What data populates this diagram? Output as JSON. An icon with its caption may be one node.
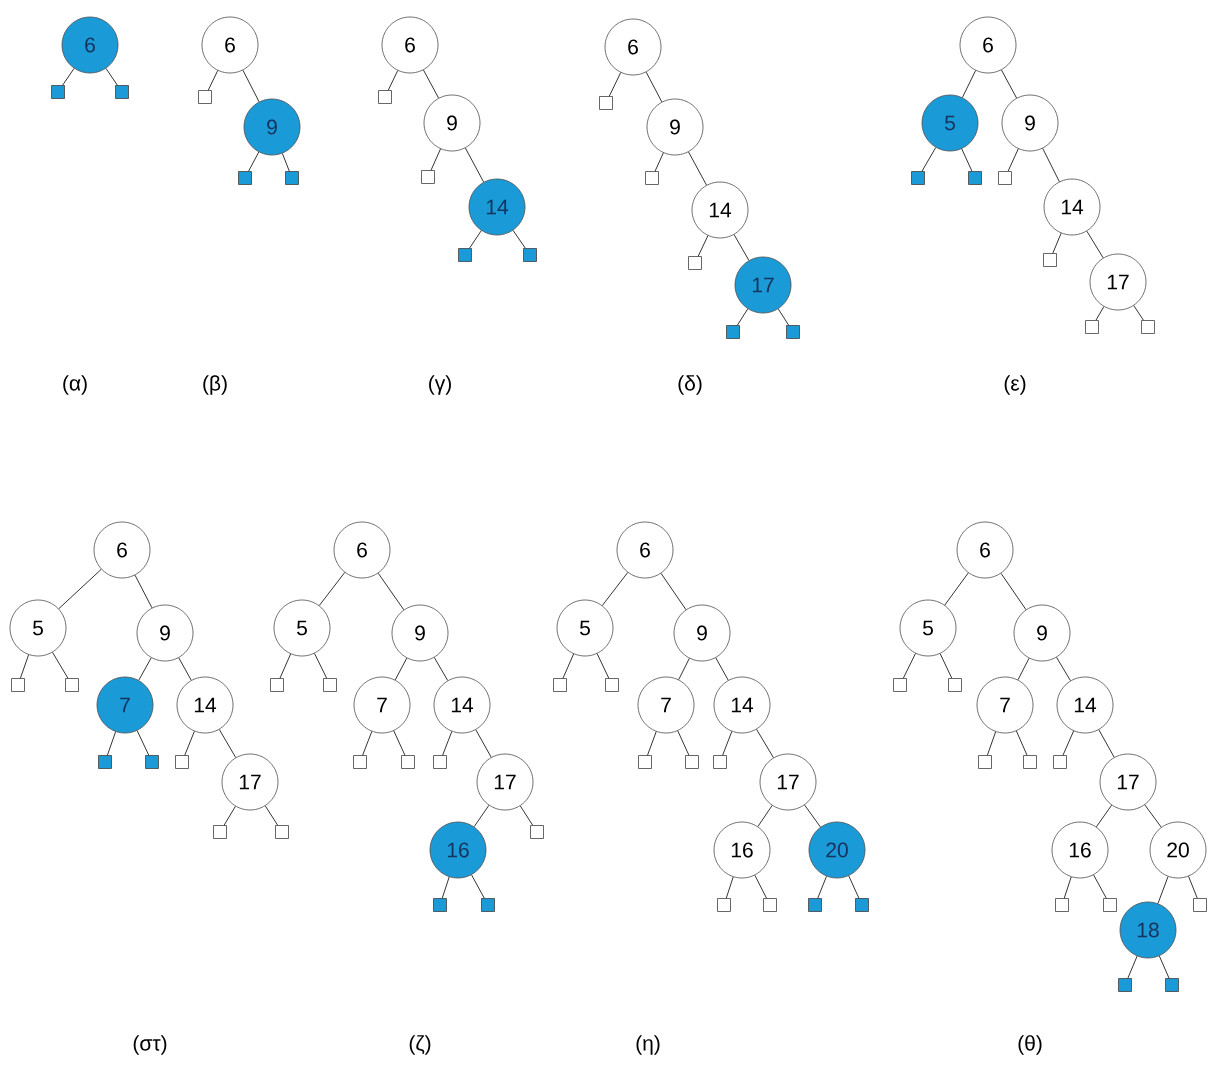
{
  "diagram": {
    "nodes": [
      {
        "text": [
          "6"
        ]
      },
      {
        "text": [],
        "shape": "box"
      },
      {
        "text": [],
        "shape": "box"
      },
      {
        "text": [
          "6"
        ]
      },
      {
        "text": [],
        "shape": "box"
      },
      {
        "text": [
          "9"
        ]
      },
      {
        "text": [],
        "shape": "box"
      },
      {
        "text": [],
        "shape": "box"
      },
      {
        "text": [
          "6"
        ]
      },
      {
        "text": [],
        "shape": "box"
      },
      {
        "text": [
          "9"
        ]
      },
      {
        "text": [],
        "shape": "box"
      },
      {
        "text": [
          "14"
        ]
      },
      {
        "text": [],
        "shape": "box"
      },
      {
        "text": [],
        "shape": "box"
      },
      {
        "text": [
          "6"
        ]
      },
      {
        "text": [],
        "shape": "box"
      },
      {
        "text": [
          "9"
        ]
      },
      {
        "text": [],
        "shape": "box"
      },
      {
        "text": [
          "14"
        ]
      },
      {
        "text": [],
        "shape": "box"
      },
      {
        "text": [
          "17"
        ]
      },
      {
        "text": [],
        "shape": "box"
      },
      {
        "text": [],
        "shape": "box"
      },
      {
        "text": [
          "6"
        ]
      },
      {
        "text": [
          "5"
        ]
      },
      {
        "text": [],
        "shape": "box"
      },
      {
        "text": [],
        "shape": "box"
      },
      {
        "text": [
          "9"
        ]
      },
      {
        "text": [],
        "shape": "box"
      },
      {
        "text": [
          "14"
        ]
      },
      {
        "text": [],
        "shape": "box"
      },
      {
        "text": [
          "17"
        ]
      },
      {
        "text": [],
        "shape": "box"
      },
      {
        "text": [],
        "shape": "box"
      },
      {
        "text": [
          "6"
        ]
      },
      {
        "text": [
          "5"
        ]
      },
      {
        "text": [],
        "shape": "box"
      },
      {
        "text": [],
        "shape": "box"
      },
      {
        "text": [
          "9"
        ]
      },
      {
        "text": [
          "7"
        ]
      },
      {
        "text": [],
        "shape": "box"
      },
      {
        "text": [],
        "shape": "box"
      },
      {
        "text": [
          "14"
        ]
      },
      {
        "text": [],
        "shape": "box"
      },
      {
        "text": [
          "17"
        ]
      },
      {
        "text": [],
        "shape": "box"
      },
      {
        "text": [],
        "shape": "box"
      },
      {
        "text": [
          "6"
        ]
      },
      {
        "text": [
          "5"
        ]
      },
      {
        "text": [],
        "shape": "box"
      },
      {
        "text": [],
        "shape": "box"
      },
      {
        "text": [
          "9"
        ]
      },
      {
        "text": [
          "7"
        ]
      },
      {
        "text": [],
        "shape": "box"
      },
      {
        "text": [],
        "shape": "box"
      },
      {
        "text": [
          "14"
        ]
      },
      {
        "text": [],
        "shape": "box"
      },
      {
        "text": [
          "17"
        ]
      },
      {
        "text": [
          "16"
        ]
      },
      {
        "text": [],
        "shape": "box"
      },
      {
        "text": [],
        "shape": "box"
      },
      {
        "text": [],
        "shape": "box"
      },
      {
        "text": [
          "6"
        ]
      },
      {
        "text": [
          "5"
        ]
      },
      {
        "text": [],
        "shape": "box"
      },
      {
        "text": [],
        "shape": "box"
      },
      {
        "text": [
          "9"
        ]
      },
      {
        "text": [
          "7"
        ]
      },
      {
        "text": [],
        "shape": "box"
      },
      {
        "text": [],
        "shape": "box"
      },
      {
        "text": [
          "14"
        ]
      },
      {
        "text": [],
        "shape": "box"
      },
      {
        "text": [
          "17"
        ]
      },
      {
        "text": [
          "16"
        ]
      },
      {
        "text": [],
        "shape": "box"
      },
      {
        "text": [],
        "shape": "box"
      },
      {
        "text": [
          "20"
        ]
      },
      {
        "text": [],
        "shape": "box"
      },
      {
        "text": [],
        "shape": "box"
      },
      {
        "text": [
          "6"
        ]
      },
      {
        "text": [
          "5"
        ]
      },
      {
        "text": [],
        "shape": "box"
      },
      {
        "text": [],
        "shape": "box"
      },
      {
        "text": [
          "9"
        ]
      },
      {
        "text": [
          "7"
        ]
      },
      {
        "text": [],
        "shape": "box"
      },
      {
        "text": [],
        "shape": "box"
      },
      {
        "text": [
          "14"
        ]
      },
      {
        "text": [],
        "shape": "box"
      },
      {
        "text": [
          "17"
        ]
      },
      {
        "text": [
          "16"
        ]
      },
      {
        "text": [],
        "shape": "box"
      },
      {
        "text": [],
        "shape": "box"
      },
      {
        "text": [
          "20"
        ]
      },
      {
        "text": [
          "18"
        ]
      },
      {
        "text": [],
        "shape": "box"
      },
      {
        "text": [],
        "shape": "box"
      },
      {
        "text": [],
        "shape": "box"
      }
    ],
    "edges": [
      {
        "from": 0,
        "to": 1,
        "arrow": "none"
      },
      {
        "from": 0,
        "to": 2,
        "arrow": "none"
      },
      {
        "from": 3,
        "to": 4,
        "arrow": "none"
      },
      {
        "from": 3,
        "to": 5,
        "arrow": "none"
      },
      {
        "from": 5,
        "to": 6,
        "arrow": "none"
      },
      {
        "from": 5,
        "to": 7,
        "arrow": "none"
      },
      {
        "from": 8,
        "to": 9,
        "arrow": "none"
      },
      {
        "from": 8,
        "to": 10,
        "arrow": "none"
      },
      {
        "from": 10,
        "to": 11,
        "arrow": "none"
      },
      {
        "from": 10,
        "to": 12,
        "arrow": "none"
      },
      {
        "from": 12,
        "to": 13,
        "arrow": "none"
      },
      {
        "from": 12,
        "to": 14,
        "arrow": "none"
      },
      {
        "from": 15,
        "to": 16,
        "arrow": "none"
      },
      {
        "from": 15,
        "to": 17,
        "arrow": "none"
      },
      {
        "from": 17,
        "to": 18,
        "arrow": "none"
      },
      {
        "from": 17,
        "to": 19,
        "arrow": "none"
      },
      {
        "from": 19,
        "to": 20,
        "arrow": "none"
      },
      {
        "from": 19,
        "to": 21,
        "arrow": "none"
      },
      {
        "from": 21,
        "to": 22,
        "arrow": "none"
      },
      {
        "from": 21,
        "to": 23,
        "arrow": "none"
      },
      {
        "from": 24,
        "to": 25,
        "arrow": "none"
      },
      {
        "from": 25,
        "to": 26,
        "arrow": "none"
      },
      {
        "from": 25,
        "to": 27,
        "arrow": "none"
      },
      {
        "from": 24,
        "to": 28,
        "arrow": "none"
      },
      {
        "from": 28,
        "to": 29,
        "arrow": "none"
      },
      {
        "from": 28,
        "to": 30,
        "arrow": "none"
      },
      {
        "from": 30,
        "to": 31,
        "arrow": "none"
      },
      {
        "from": 30,
        "to": 32,
        "arrow": "none"
      },
      {
        "from": 32,
        "to": 33,
        "arrow": "none"
      },
      {
        "from": 32,
        "to": 34,
        "arrow": "none"
      },
      {
        "from": 35,
        "to": 36,
        "arrow": "none"
      },
      {
        "from": 36,
        "to": 37,
        "arrow": "none"
      },
      {
        "from": 36,
        "to": 38,
        "arrow": "none"
      },
      {
        "from": 35,
        "to": 39,
        "arrow": "none"
      },
      {
        "from": 39,
        "to": 40,
        "arrow": "none"
      },
      {
        "from": 40,
        "to": 41,
        "arrow": "none"
      },
      {
        "from": 40,
        "to": 42,
        "arrow": "none"
      },
      {
        "from": 39,
        "to": 43,
        "arrow": "none"
      },
      {
        "from": 43,
        "to": 44,
        "arrow": "none"
      },
      {
        "from": 43,
        "to": 45,
        "arrow": "none"
      },
      {
        "from": 45,
        "to": 46,
        "arrow": "none"
      },
      {
        "from": 45,
        "to": 47,
        "arrow": "none"
      },
      {
        "from": 48,
        "to": 49,
        "arrow": "none"
      },
      {
        "from": 49,
        "to": 50,
        "arrow": "none"
      },
      {
        "from": 49,
        "to": 51,
        "arrow": "none"
      },
      {
        "from": 48,
        "to": 52,
        "arrow": "none"
      },
      {
        "from": 52,
        "to": 53,
        "arrow": "none"
      },
      {
        "from": 53,
        "to": 54,
        "arrow": "none"
      },
      {
        "from": 53,
        "to": 55,
        "arrow": "none"
      },
      {
        "from": 52,
        "to": 56,
        "arrow": "none"
      },
      {
        "from": 56,
        "to": 57,
        "arrow": "none"
      },
      {
        "from": 56,
        "to": 58,
        "arrow": "none"
      },
      {
        "from": 58,
        "to": 59,
        "arrow": "none"
      },
      {
        "from": 59,
        "to": 60,
        "arrow": "none"
      },
      {
        "from": 59,
        "to": 61,
        "arrow": "none"
      },
      {
        "from": 58,
        "to": 62,
        "arrow": "none"
      },
      {
        "from": 63,
        "to": 64,
        "arrow": "none"
      },
      {
        "from": 64,
        "to": 65,
        "arrow": "none"
      },
      {
        "from": 64,
        "to": 66,
        "arrow": "none"
      },
      {
        "from": 63,
        "to": 67,
        "arrow": "none"
      },
      {
        "from": 67,
        "to": 68,
        "arrow": "none"
      },
      {
        "from": 68,
        "to": 69,
        "arrow": "none"
      },
      {
        "from": 68,
        "to": 70,
        "arrow": "none"
      },
      {
        "from": 67,
        "to": 71,
        "arrow": "none"
      },
      {
        "from": 71,
        "to": 72,
        "arrow": "none"
      },
      {
        "from": 71,
        "to": 73,
        "arrow": "none"
      },
      {
        "from": 73,
        "to": 74,
        "arrow": "none"
      },
      {
        "from": 74,
        "to": 75,
        "arrow": "none"
      },
      {
        "from": 74,
        "to": 76,
        "arrow": "none"
      },
      {
        "from": 73,
        "to": 77,
        "arrow": "none"
      },
      {
        "from": 77,
        "to": 78,
        "arrow": "none"
      },
      {
        "from": 77,
        "to": 79,
        "arrow": "none"
      },
      {
        "from": 80,
        "to": 81,
        "arrow": "none"
      },
      {
        "from": 81,
        "to": 82,
        "arrow": "none"
      },
      {
        "from": 81,
        "to": 83,
        "arrow": "none"
      },
      {
        "from": 80,
        "to": 84,
        "arrow": "none"
      },
      {
        "from": 84,
        "to": 85,
        "arrow": "none"
      },
      {
        "from": 85,
        "to": 86,
        "arrow": "none"
      },
      {
        "from": 85,
        "to": 87,
        "arrow": "none"
      },
      {
        "from": 84,
        "to": 88,
        "arrow": "none"
      },
      {
        "from": 88,
        "to": 89,
        "arrow": "none"
      },
      {
        "from": 88,
        "to": 90,
        "arrow": "none"
      },
      {
        "from": 90,
        "to": 91,
        "arrow": "none"
      },
      {
        "from": 91,
        "to": 92,
        "arrow": "none"
      },
      {
        "from": 91,
        "to": 93,
        "arrow": "none"
      },
      {
        "from": 90,
        "to": 94,
        "arrow": "none"
      },
      {
        "from": 94,
        "to": 95,
        "arrow": "none"
      },
      {
        "from": 95,
        "to": 96,
        "arrow": "none"
      },
      {
        "from": 95,
        "to": 97,
        "arrow": "none"
      },
      {
        "from": 94,
        "to": 98,
        "arrow": "none"
      }
    ],
    "labels": [
      "(α)",
      "(β)",
      "(γ)",
      "(δ)",
      "(ε)",
      "(στ)",
      "(ζ)",
      "(η)",
      "(θ)"
    ]
  }
}
